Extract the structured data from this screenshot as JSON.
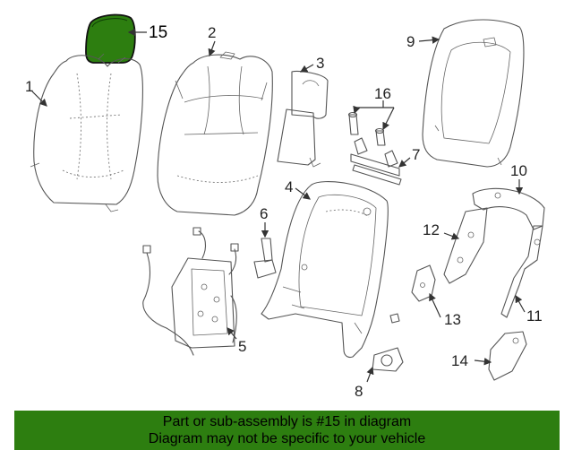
{
  "callouts": {
    "c1": "1",
    "c2": "2",
    "c3": "3",
    "c4": "4",
    "c5": "5",
    "c6": "6",
    "c7": "7",
    "c8": "8",
    "c9": "9",
    "c10": "10",
    "c11": "11",
    "c12": "12",
    "c13": "13",
    "c14": "14",
    "c15": "15",
    "c16": "16"
  },
  "highlight": {
    "part": "15",
    "fill_color": "#2d7e10"
  },
  "footer": {
    "line1": "Part or sub-assembly is #15 in diagram",
    "line2": "Diagram may not be specific to your vehicle",
    "bg_color": "#2d7e10"
  }
}
